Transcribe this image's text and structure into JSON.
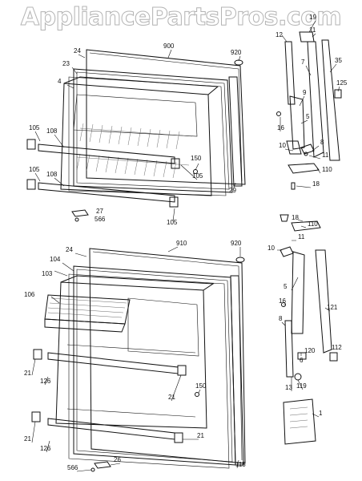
{
  "watermark": "AppliancePartsPros.com",
  "callouts": {
    "top": [
      "19",
      "12",
      "11",
      "900",
      "24",
      "920",
      "23",
      "7",
      "35",
      "4",
      "9",
      "125",
      "105",
      "108",
      "16",
      "5",
      "10",
      "8",
      "150",
      "11",
      "105",
      "108",
      "105",
      "29",
      "110",
      "18",
      "27",
      "566",
      "105"
    ],
    "bottom": [
      "910",
      "24",
      "920",
      "104",
      "103",
      "18",
      "110",
      "10",
      "11",
      "106",
      "5",
      "16",
      "121",
      "8",
      "120",
      "112",
      "6",
      "21",
      "126",
      "150",
      "21",
      "13",
      "119",
      "1",
      "21",
      "126",
      "21",
      "566",
      "26",
      "115"
    ]
  }
}
